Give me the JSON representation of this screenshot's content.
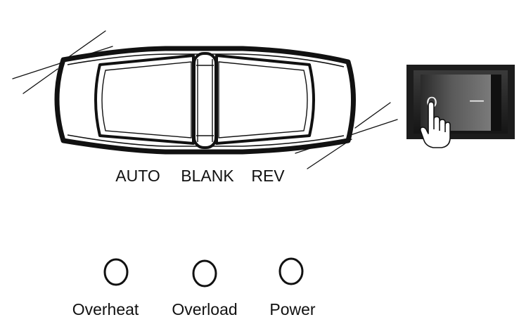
{
  "selector_switch": {
    "positions": [
      {
        "label": "AUTO"
      },
      {
        "label": "BLANK"
      },
      {
        "label": "REV"
      }
    ]
  },
  "power_switch": {
    "off_symbol": "O",
    "on_symbol": "—",
    "pointer": "hand-pointer-icon",
    "state": "off"
  },
  "indicators": [
    {
      "label": "Overheat",
      "icon": "indicator-light-icon"
    },
    {
      "label": "Overload",
      "icon": "indicator-light-icon"
    },
    {
      "label": "Power",
      "icon": "indicator-light-icon"
    }
  ],
  "colors": {
    "ink": "#111111",
    "switch_body": "#1a1a1a",
    "switch_rocker": "#555555"
  }
}
